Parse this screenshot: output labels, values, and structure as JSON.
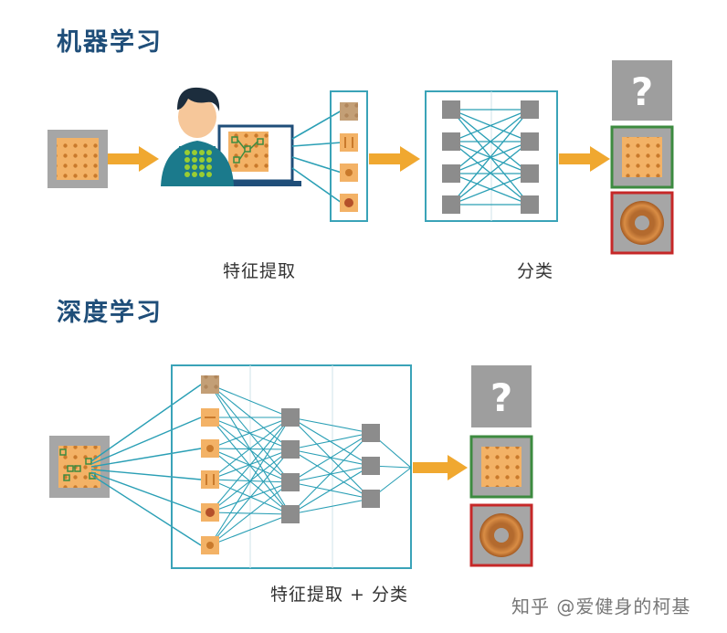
{
  "machine_learning": {
    "title": "机器学习",
    "feature_label": "特征提取",
    "classify_label": "分类",
    "unknown_mark": "?"
  },
  "deep_learning": {
    "title": "深度学习",
    "combined_label": "特征提取 + 分类",
    "unknown_mark": "?"
  },
  "watermark": "知乎 @爱健身的柯基",
  "colors": {
    "heading": "#1f4e79",
    "frame": "#3aa3b8",
    "connection": "#2a9fb5",
    "arrow": "#f0a830",
    "accept_border": "#3d8b40",
    "reject_border": "#c62828",
    "node": "#8c8c8c",
    "patch": "#f3b266"
  },
  "icons": [
    "cracker-icon",
    "donut-icon",
    "person-at-laptop-icon",
    "arrow-right-icon"
  ]
}
